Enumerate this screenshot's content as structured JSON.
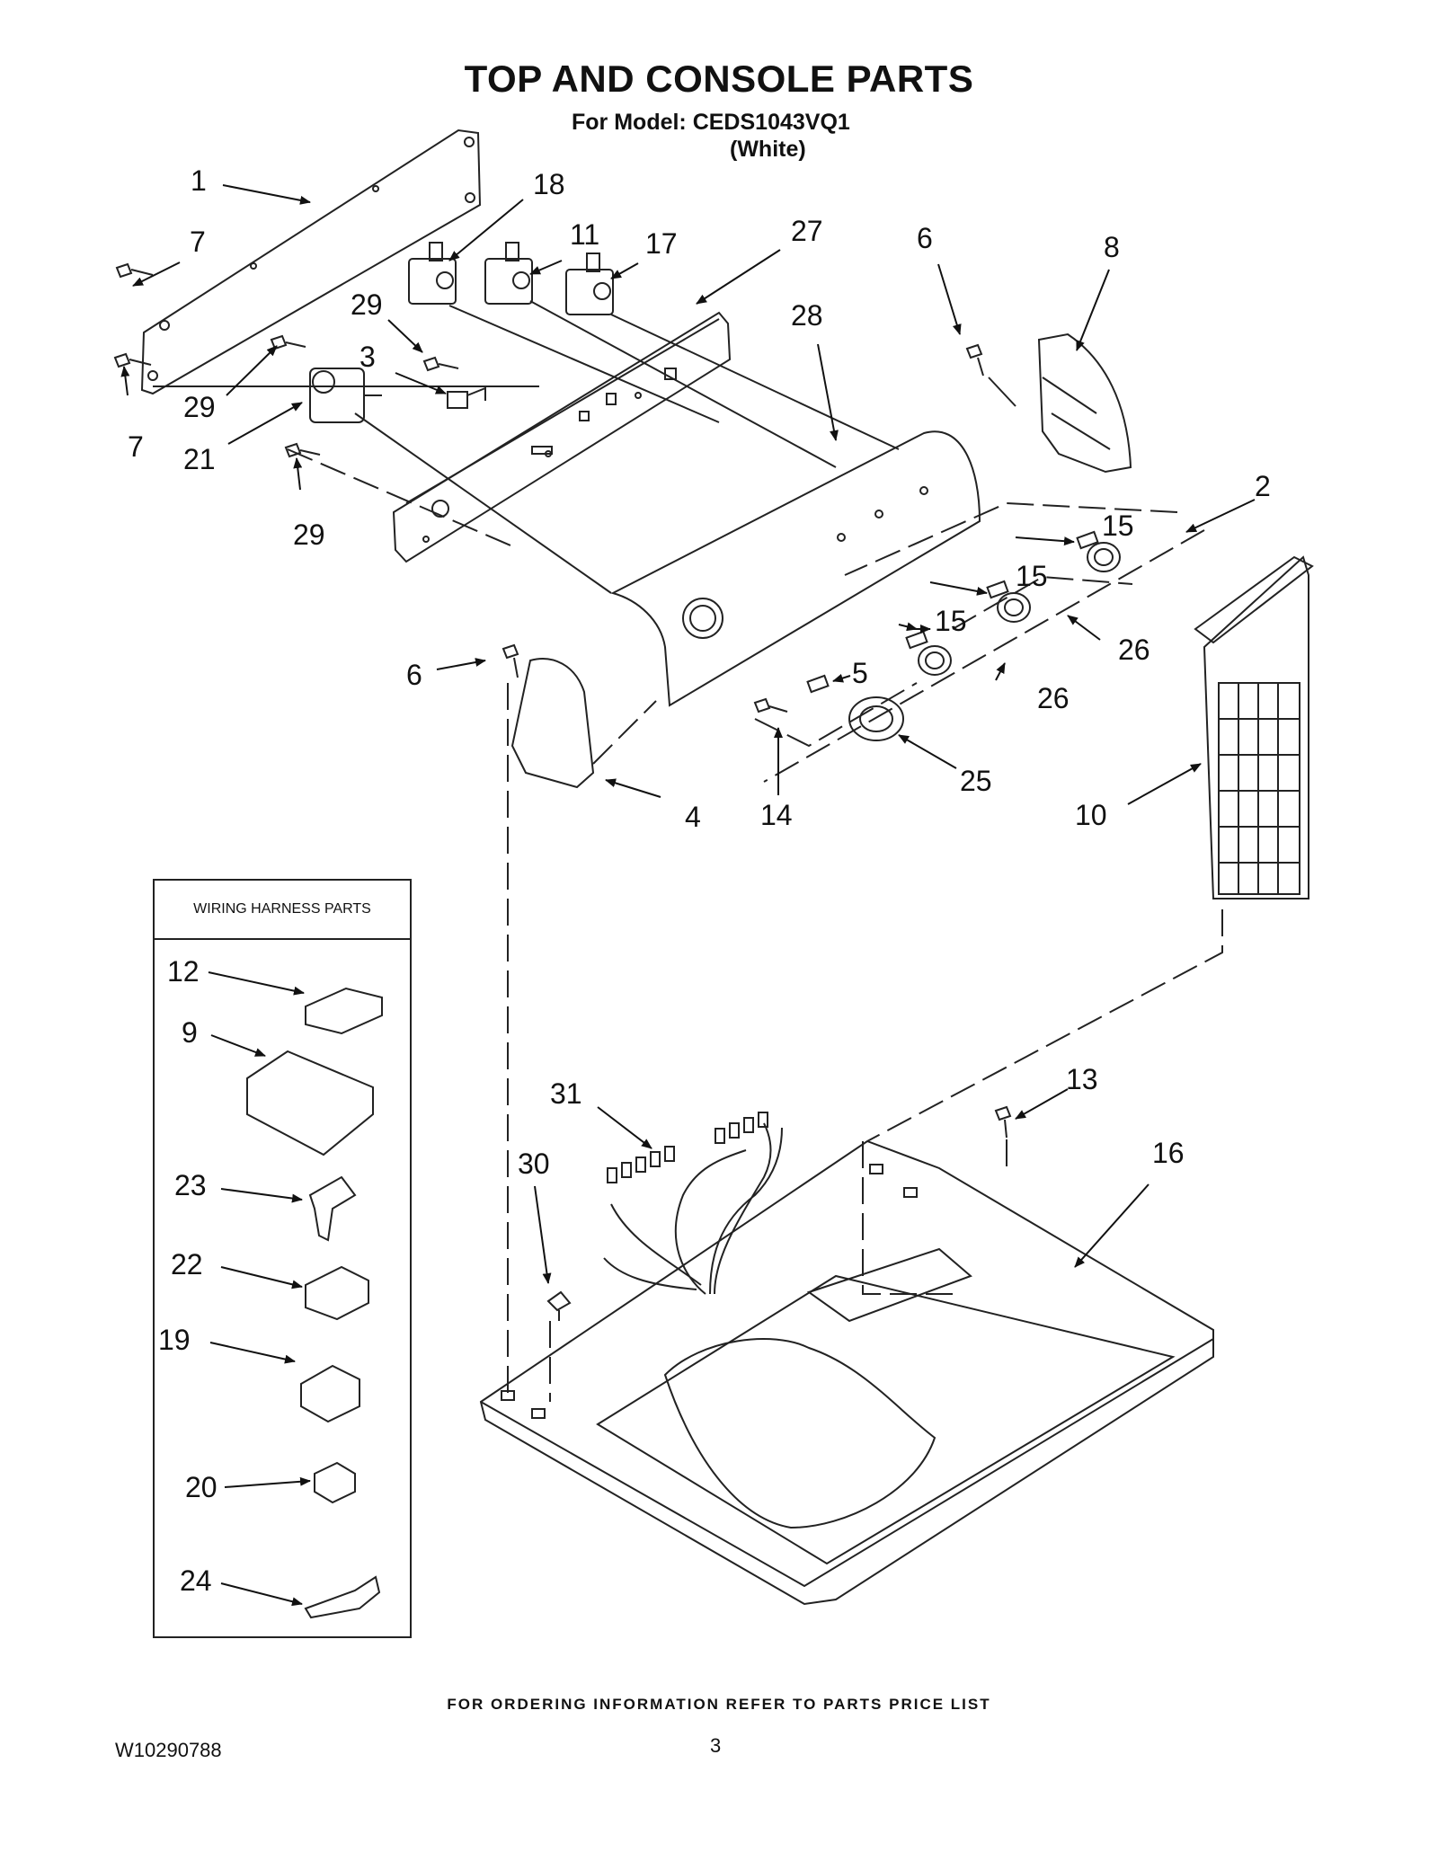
{
  "header": {
    "title": "TOP AND CONSOLE PARTS",
    "model_line": "For Model: CEDS1043VQ1",
    "color_line": "(White)"
  },
  "harness": {
    "title": "WIRING HARNESS PARTS"
  },
  "callouts": {
    "c1": "1",
    "c7a": "7",
    "c18": "18",
    "c11": "11",
    "c17": "17",
    "c27": "27",
    "c6a": "6",
    "c8": "8",
    "c29a": "29",
    "c3": "3",
    "c28": "28",
    "c29b": "29",
    "c7b": "7",
    "c21": "21",
    "c29c": "29",
    "c2": "2",
    "c15a": "15",
    "c15b": "15",
    "c15c": "15",
    "c26a": "26",
    "c26b": "26",
    "c6b": "6",
    "c5": "5",
    "c25": "25",
    "c4": "4",
    "c14": "14",
    "c10": "10",
    "c12": "12",
    "c9": "9",
    "c23": "23",
    "c22": "22",
    "c19": "19",
    "c20": "20",
    "c24": "24",
    "c31": "31",
    "c30": "30",
    "c13": "13",
    "c16": "16"
  },
  "footer": {
    "ordering_note": "FOR ORDERING INFORMATION REFER TO PARTS PRICE LIST",
    "doc_number": "W10290788",
    "page_number": "3"
  }
}
